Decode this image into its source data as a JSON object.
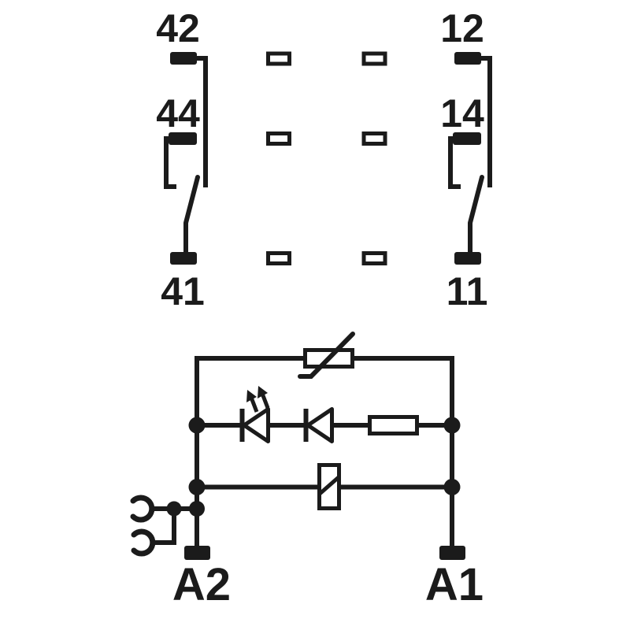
{
  "colors": {
    "ink": "#1b1b1b",
    "background": "#ffffff"
  },
  "contact_diagram": {
    "left": {
      "top_label": "42",
      "mid_label": "44",
      "bottom_label": "41"
    },
    "right": {
      "top_label": "12",
      "mid_label": "14",
      "bottom_label": "11"
    }
  },
  "coil_circuit": {
    "left_terminal_label": "A2",
    "right_terminal_label": "A1"
  },
  "icons": [
    "varistor-icon",
    "led-icon",
    "diode-icon",
    "resistor-icon",
    "relay-coil-icon",
    "plug-in-bridge-icon",
    "terminal-pad-icon",
    "solder-pin-icon"
  ]
}
